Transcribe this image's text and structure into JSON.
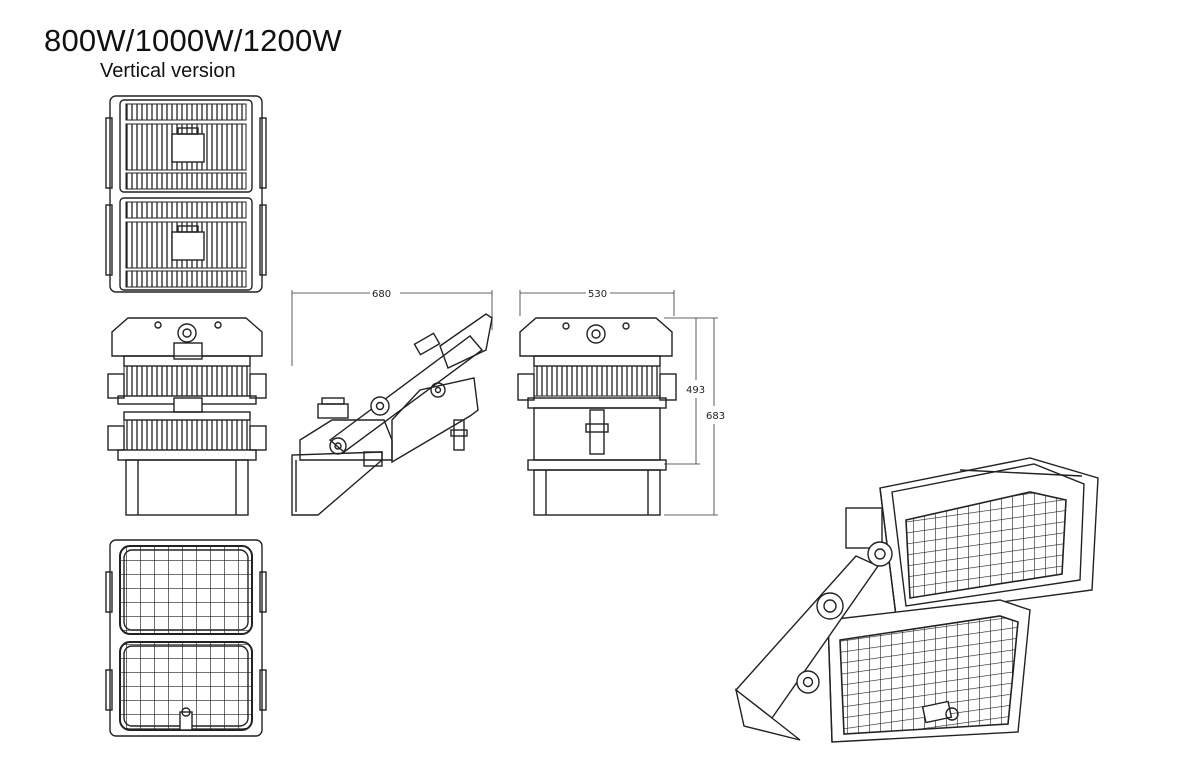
{
  "header": {
    "title": "800W/1000W/1200W",
    "subtitle": "Vertical version"
  },
  "dimensions": {
    "side_width": "680",
    "front_width": "530",
    "module_height": "493",
    "total_height": "683"
  }
}
